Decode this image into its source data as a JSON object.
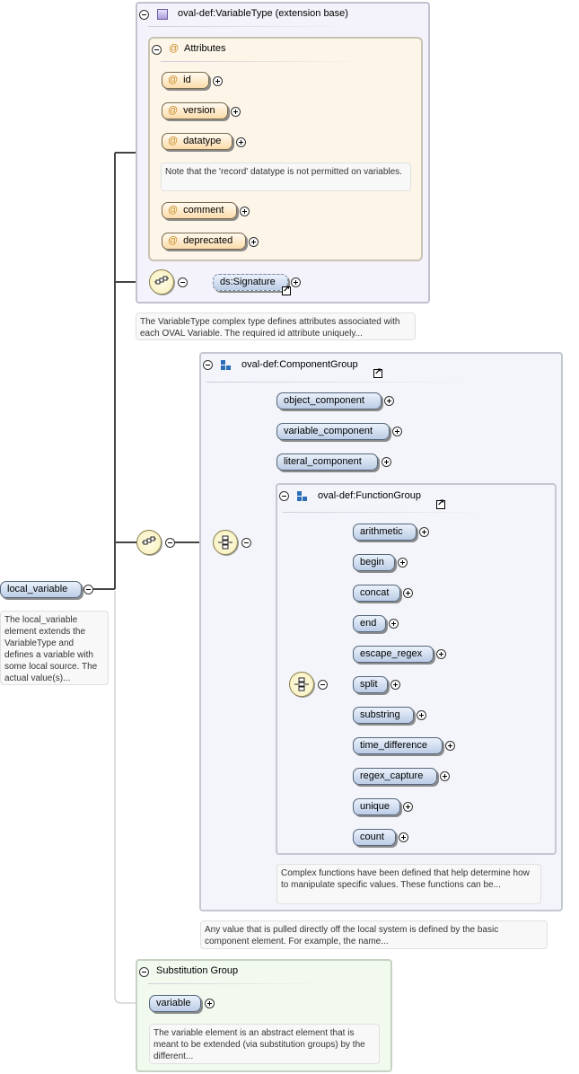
{
  "variable_type": {
    "title": "oval-def:VariableType (extension base)",
    "attributes_title": "Attributes",
    "attributes": [
      {
        "name": "id"
      },
      {
        "name": "version"
      },
      {
        "name": "datatype"
      },
      {
        "name": "comment"
      },
      {
        "name": "deprecated"
      }
    ],
    "datatype_note": "Note that the 'record' datatype is not permitted on variables.",
    "signature": "ds:Signature",
    "note": "The VariableType complex type defines attributes associated with each OVAL Variable. The required id attribute uniquely..."
  },
  "root": {
    "name": "local_variable",
    "note": "The local_variable element extends the VariableType and defines a variable with some local source. The actual value(s)..."
  },
  "component_group": {
    "title": "oval-def:ComponentGroup",
    "items": [
      "object_component",
      "variable_component",
      "literal_component"
    ],
    "note": "Any value that is pulled directly off the local system is defined by the basic component element. For example, the name..."
  },
  "function_group": {
    "title": "oval-def:FunctionGroup",
    "items": [
      "arithmetic",
      "begin",
      "concat",
      "end",
      "escape_regex",
      "split",
      "substring",
      "time_difference",
      "regex_capture",
      "unique",
      "count"
    ],
    "note": "Complex functions have been defined that help determine how to manipulate specific values. These functions can be..."
  },
  "substitution_group": {
    "title": "Substitution Group",
    "element": "variable",
    "note": "The variable element is an abstract element that is meant to be extended (via substitution groups) by the different..."
  }
}
